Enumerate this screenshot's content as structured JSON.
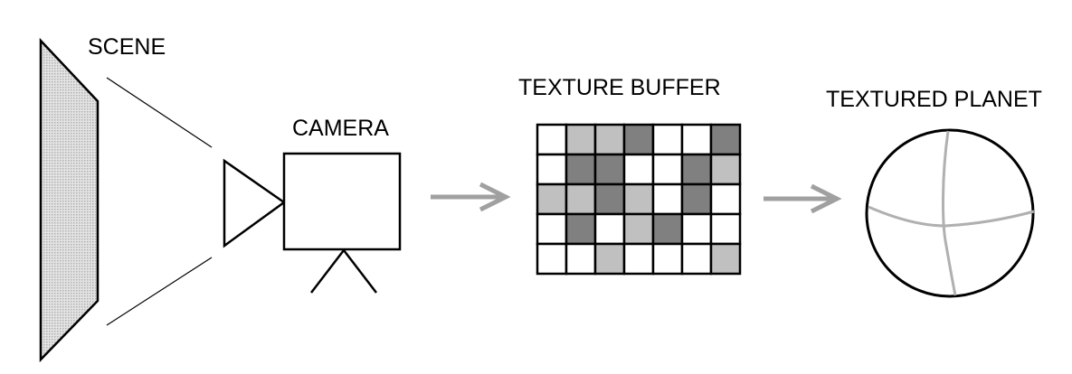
{
  "labels": {
    "scene": "SCENE",
    "camera": "CAMERA",
    "texture_buffer": "TEXTURE BUFFER",
    "textured_planet": "TEXTURED PLANET"
  },
  "colors": {
    "stroke": "#000000",
    "arrow": "#a0a0a0",
    "cell_white": "#ffffff",
    "cell_light": "#c0c0c0",
    "cell_dark": "#808080",
    "planet_lines": "#b0b0b0",
    "scene_fill": "#d8d8d8"
  },
  "texture_grid": [
    [
      "white",
      "light",
      "light",
      "dark",
      "white",
      "white",
      "dark"
    ],
    [
      "white",
      "dark",
      "dark",
      "white",
      "white",
      "dark",
      "light"
    ],
    [
      "light",
      "light",
      "dark",
      "light",
      "white",
      "dark",
      "white"
    ],
    [
      "white",
      "dark",
      "white",
      "light",
      "dark",
      "white",
      "white"
    ],
    [
      "white",
      "white",
      "light",
      "white",
      "white",
      "white",
      "light"
    ]
  ]
}
